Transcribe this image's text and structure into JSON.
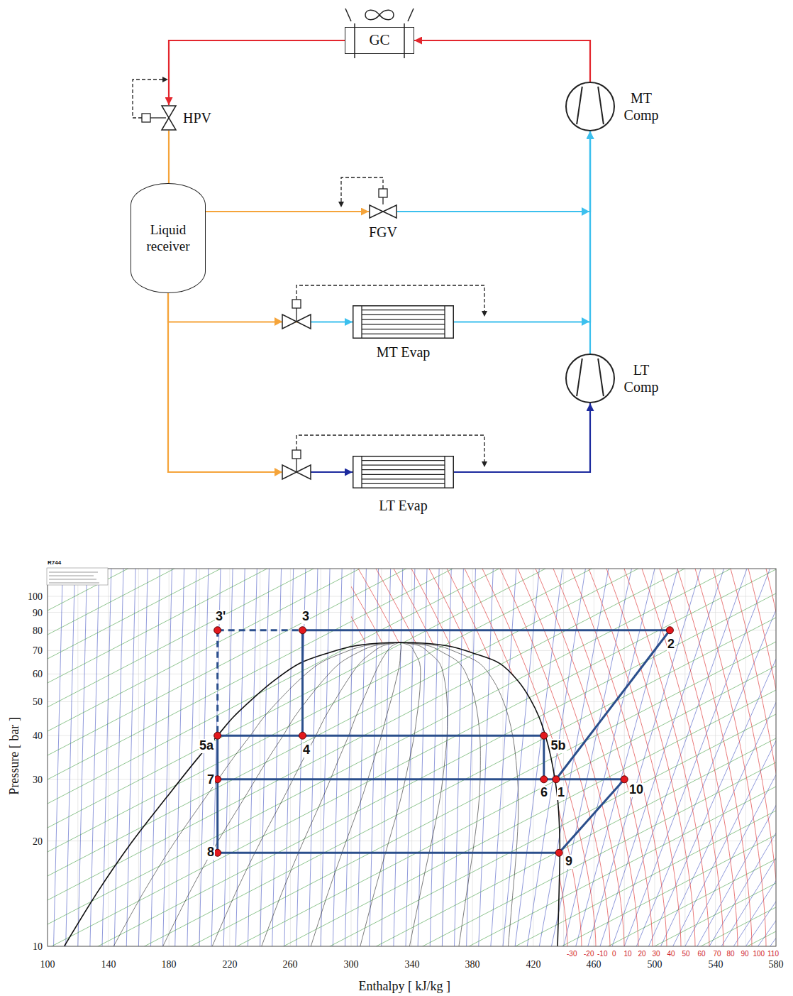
{
  "diagram": {
    "nodes": [
      {
        "text": [
          "GC"
        ]
      },
      {
        "text": [
          "HPV"
        ]
      },
      {
        "text": [
          "MT Comp"
        ]
      },
      {
        "text": [
          "Liquid receiver"
        ]
      },
      {
        "text": [
          "FGV"
        ]
      },
      {
        "text": [
          "MT Evap"
        ]
      },
      {
        "text": [
          "LT Comp"
        ]
      },
      {
        "text": [
          "LT Evap"
        ]
      }
    ],
    "edges": [
      {
        "from": 2,
        "to": 0,
        "arrow": "to"
      },
      {
        "from": 0,
        "to": 1,
        "arrow": "to"
      },
      {
        "from": 1,
        "to": 3,
        "arrow": "none"
      },
      {
        "from": 3,
        "to": 4,
        "arrow": "to"
      },
      {
        "from": 4,
        "to": 2,
        "arrow": "to"
      },
      {
        "from": 3,
        "to": 5,
        "arrow": "to"
      },
      {
        "from": 5,
        "to": 2,
        "arrow": "to"
      },
      {
        "from": 3,
        "to": 7,
        "arrow": "to"
      },
      {
        "from": 7,
        "to": 6,
        "arrow": "to"
      },
      {
        "from": 6,
        "to": 2,
        "arrow": "to"
      }
    ],
    "labels": [
      "R744",
      "100",
      "90",
      "80",
      "70",
      "60",
      "50",
      "40",
      "30",
      "20",
      "10",
      "Pressure [ bar ]",
      "100",
      "140",
      "180",
      "220",
      "260",
      "300",
      "340",
      "380",
      "420",
      "460",
      "500",
      "540",
      "580",
      "Enthalpy [ kJ/kg ]",
      "-30",
      "-20",
      "-10",
      "0",
      "10",
      "20",
      "30",
      "40",
      "50",
      "60",
      "70",
      "80",
      "90",
      "100",
      "110",
      "3'",
      "3",
      "2",
      "5a",
      "4",
      "5b",
      "7",
      "6",
      "1",
      "10",
      "8",
      "9"
    ]
  }
}
